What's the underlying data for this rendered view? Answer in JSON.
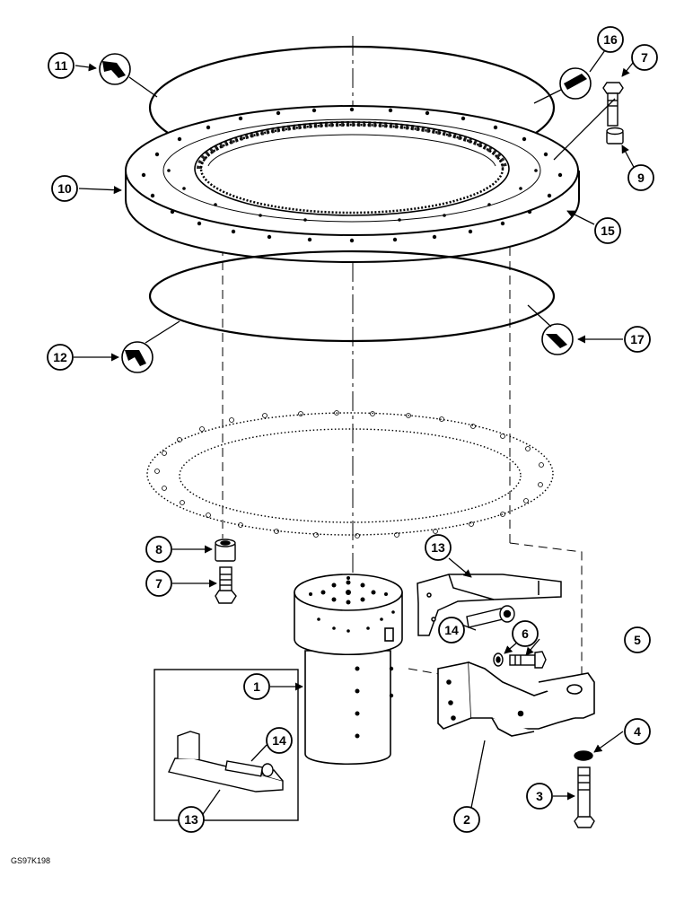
{
  "figure_id": "GS97K198",
  "callouts": [
    {
      "id": "11",
      "label": "11"
    },
    {
      "id": "16",
      "label": "16"
    },
    {
      "id": "7",
      "label": "7"
    },
    {
      "id": "9",
      "label": "9"
    },
    {
      "id": "10",
      "label": "10"
    },
    {
      "id": "15",
      "label": "15"
    },
    {
      "id": "12",
      "label": "12"
    },
    {
      "id": "17",
      "label": "17"
    },
    {
      "id": "8",
      "label": "8"
    },
    {
      "id": "7b",
      "label": "7"
    },
    {
      "id": "13",
      "label": "13"
    },
    {
      "id": "6",
      "label": "6"
    },
    {
      "id": "5",
      "label": "5"
    },
    {
      "id": "14",
      "label": "14"
    },
    {
      "id": "1",
      "label": "1"
    },
    {
      "id": "4",
      "label": "4"
    },
    {
      "id": "14b",
      "label": "14"
    },
    {
      "id": "13b",
      "label": "13"
    },
    {
      "id": "3",
      "label": "3"
    },
    {
      "id": "2",
      "label": "2"
    }
  ],
  "icons": [
    "sealant-gun-icon",
    "sealant-gun-icon",
    "sealant-gun-icon",
    "sealant-gun-icon"
  ]
}
